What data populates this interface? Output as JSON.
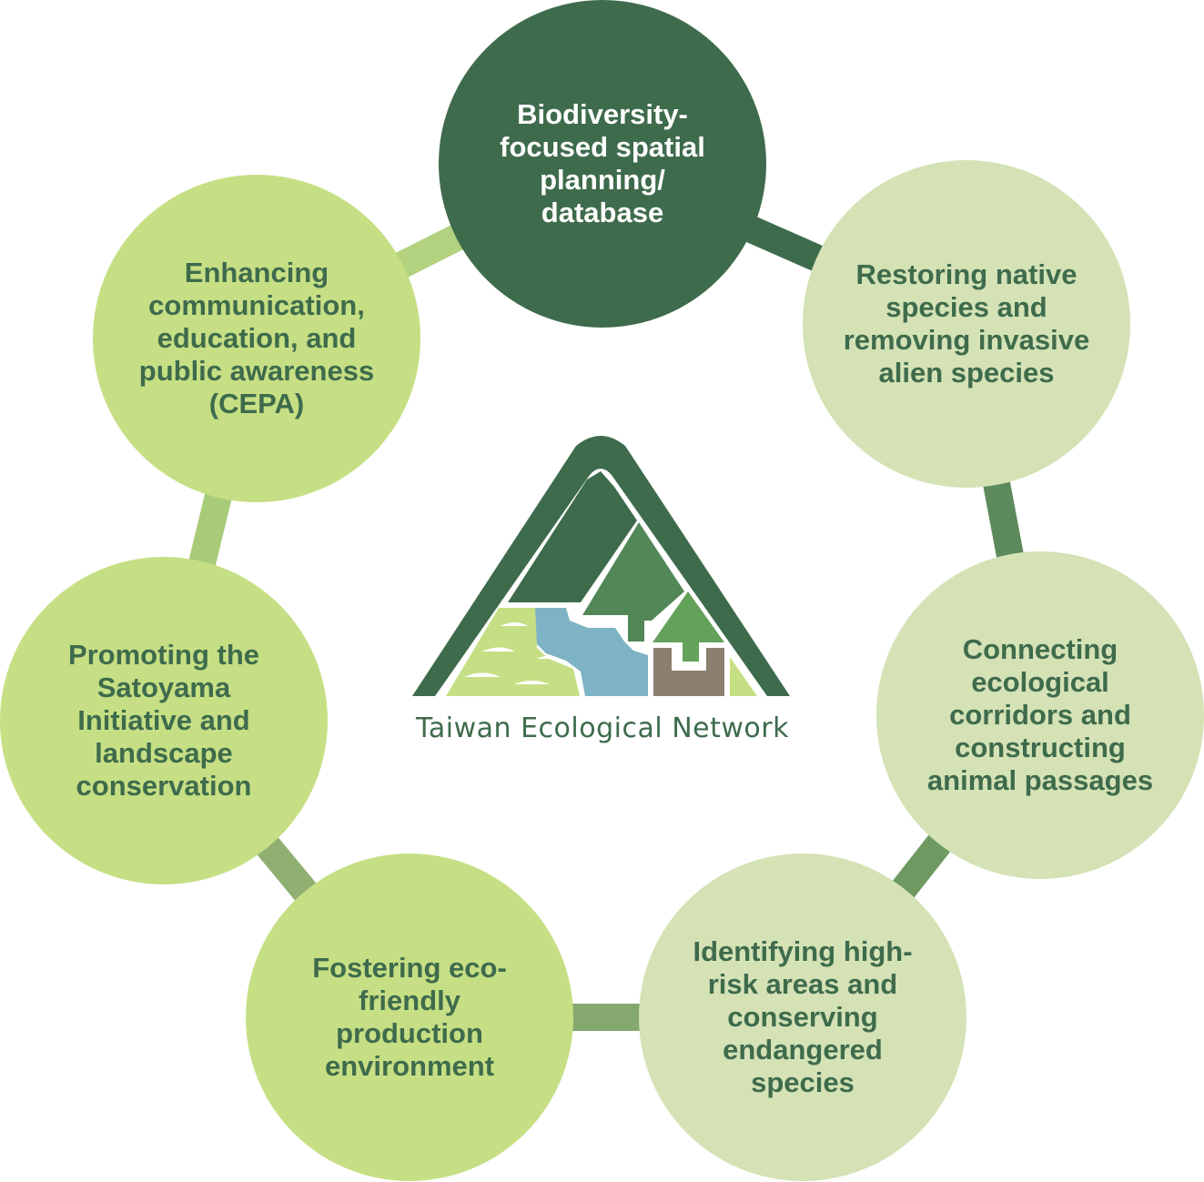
{
  "colors": {
    "dark_green": "#3e6b4c",
    "mid_green": "#528757",
    "light_green": "#c6df84",
    "pale_green": "#d4e2b5",
    "river_blue": "#7db3c4",
    "soil_brown": "#8c7f70",
    "leaf_green": "#64a15a"
  },
  "nodes": [
    {
      "id": "spatial-planning",
      "label": "Biodiversity-\nfocused spatial\nplanning/\ndatabase",
      "style": "dark"
    },
    {
      "id": "native-species",
      "label": "Restoring native\nspecies and\nremoving invasive\nalien species",
      "style": "pale"
    },
    {
      "id": "ecological-corridors",
      "label": "Connecting\necological\ncorridors and\nconstructing\nanimal passages",
      "style": "pale"
    },
    {
      "id": "endangered-species",
      "label": "Identifying high-\nrisk areas and\nconserving\nendangered\nspecies",
      "style": "pale"
    },
    {
      "id": "eco-friendly-production",
      "label": "Fostering eco-\nfriendly\nproduction\nenvironment",
      "style": "light"
    },
    {
      "id": "satoyama",
      "label": "Promoting the\nSatoyama\nInitiative and\nlandscape\nconservation",
      "style": "light"
    },
    {
      "id": "cepa",
      "label": "Enhancing\ncommunication,\neducation, and\npublic awareness\n(CEPA)",
      "style": "light"
    }
  ],
  "logo": {
    "caption": "Taiwan Ecological Network"
  }
}
